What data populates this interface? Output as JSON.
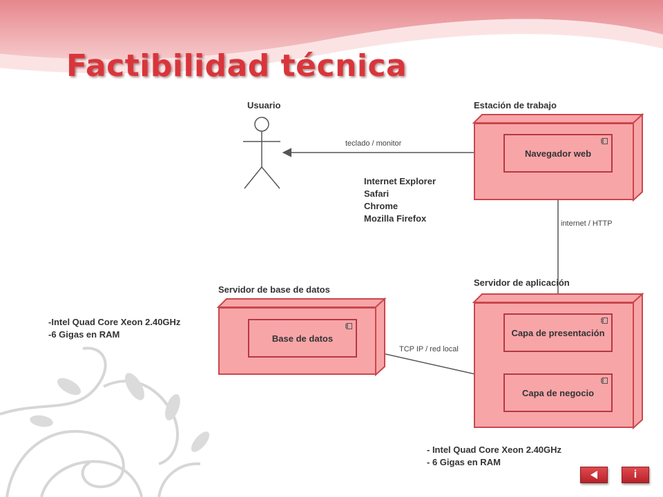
{
  "slide": {
    "title": "Factibilidad técnica"
  },
  "diagram": {
    "actor": {
      "label": "Usuario"
    },
    "workstation": {
      "label": "Estación de trabajo",
      "component": "Navegador web"
    },
    "db_server": {
      "label": "Servidor de base de datos",
      "component": "Base de datos"
    },
    "app_server": {
      "label": "Servidor de aplicación",
      "components": [
        "Capa de presentación",
        "Capa de negocio"
      ]
    },
    "connections": {
      "user_browser": "teclado / monitor",
      "browser_app": "internet / HTTP",
      "db_business": "TCP IP / red local"
    },
    "browsers": [
      "Internet Explorer",
      "Safari",
      "Chrome",
      "Mozilla Firefox"
    ],
    "db_specs": [
      "-Intel Quad Core Xeon 2.40GHz",
      "-6 Gigas en RAM"
    ],
    "app_specs": [
      "- Intel Quad Core Xeon 2.40GHz",
      "- 6 Gigas en RAM"
    ]
  },
  "nav": {
    "back_icon": "triangle-left-icon",
    "info_label": "i"
  },
  "colors": {
    "accent": "#d9353b",
    "node_fill": "#f8a5a8",
    "node_border": "#c9474c"
  }
}
